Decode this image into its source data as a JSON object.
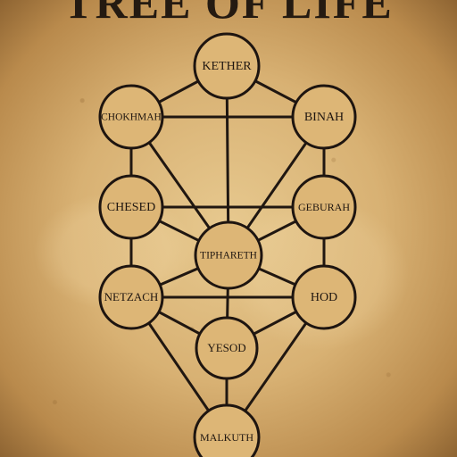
{
  "title": "TREE OF LIFE",
  "colors": {
    "parchment": "#d8b173",
    "ink": "#201711"
  },
  "sephirot": [
    {
      "id": "kether",
      "label": "KETHER"
    },
    {
      "id": "chokhmah",
      "label": "CHOKHMAH"
    },
    {
      "id": "binah",
      "label": "BINAH"
    },
    {
      "id": "chesed",
      "label": "CHESED"
    },
    {
      "id": "geburah",
      "label": "GEBURAH"
    },
    {
      "id": "tiphareth",
      "label": "TIPHARETH"
    },
    {
      "id": "netzach",
      "label": "NETZACH"
    },
    {
      "id": "hod",
      "label": "HOD"
    },
    {
      "id": "yesod",
      "label": "YESOD"
    },
    {
      "id": "malkuth",
      "label": "MALKUTH"
    }
  ],
  "paths": [
    [
      "kether",
      "chokhmah"
    ],
    [
      "kether",
      "binah"
    ],
    [
      "kether",
      "tiphareth"
    ],
    [
      "chokhmah",
      "binah"
    ],
    [
      "chokhmah",
      "chesed"
    ],
    [
      "chokhmah",
      "tiphareth"
    ],
    [
      "binah",
      "geburah"
    ],
    [
      "binah",
      "tiphareth"
    ],
    [
      "chesed",
      "geburah"
    ],
    [
      "chesed",
      "tiphareth"
    ],
    [
      "chesed",
      "netzach"
    ],
    [
      "geburah",
      "tiphareth"
    ],
    [
      "geburah",
      "hod"
    ],
    [
      "tiphareth",
      "netzach"
    ],
    [
      "tiphareth",
      "hod"
    ],
    [
      "tiphareth",
      "yesod"
    ],
    [
      "netzach",
      "hod"
    ],
    [
      "netzach",
      "yesod"
    ],
    [
      "netzach",
      "malkuth"
    ],
    [
      "hod",
      "yesod"
    ],
    [
      "hod",
      "malkuth"
    ],
    [
      "yesod",
      "malkuth"
    ]
  ]
}
